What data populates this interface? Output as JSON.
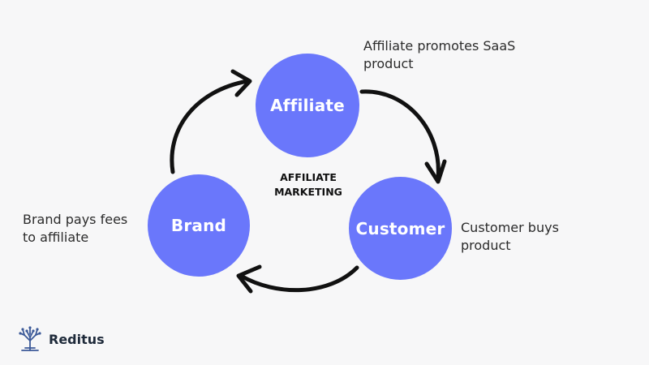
{
  "colors": {
    "circle": "#6a77fb",
    "arrow": "#111111",
    "logo": "#3b5998"
  },
  "nodes": {
    "affiliate": "Affiliate",
    "brand": "Brand",
    "customer": "Customer"
  },
  "center_label": {
    "line1": "AFFILIATE",
    "line2": "MARKETING"
  },
  "descriptions": {
    "affiliate": {
      "line1": "Affiliate promotes SaaS",
      "line2": "product"
    },
    "brand": {
      "line1": "Brand pays fees",
      "line2": "to affiliate"
    },
    "customer": {
      "line1": "Customer buys",
      "line2": "product"
    }
  },
  "logo": {
    "name": "Reditus",
    "icon": "tree-icon"
  }
}
